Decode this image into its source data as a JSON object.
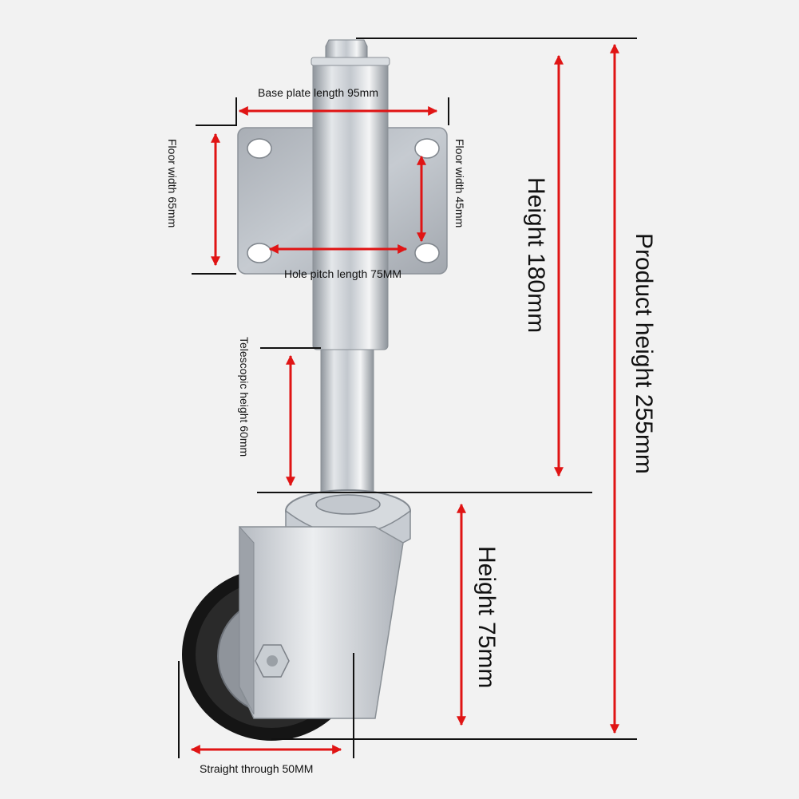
{
  "dimensions": {
    "base_plate_length": "Base plate length 95mm",
    "floor_width_left": "Floor width  65mm",
    "floor_width_right": "Floor width  45mm",
    "hole_pitch_length": "Hole pitch length 75MM",
    "telescopic_height": "Telescopic height 60mm",
    "height_upper": "Height 180mm",
    "height_lower": "Height 75mm",
    "product_height": "Product height 255mm",
    "straight_through": "Straight through 50MM"
  },
  "colors": {
    "background": "#f2f2f2",
    "arrow": "#e01414",
    "dimension_line": "#111111",
    "zinc": "#b9bfc6",
    "tire": "#141414",
    "hub": "#8e939b"
  }
}
